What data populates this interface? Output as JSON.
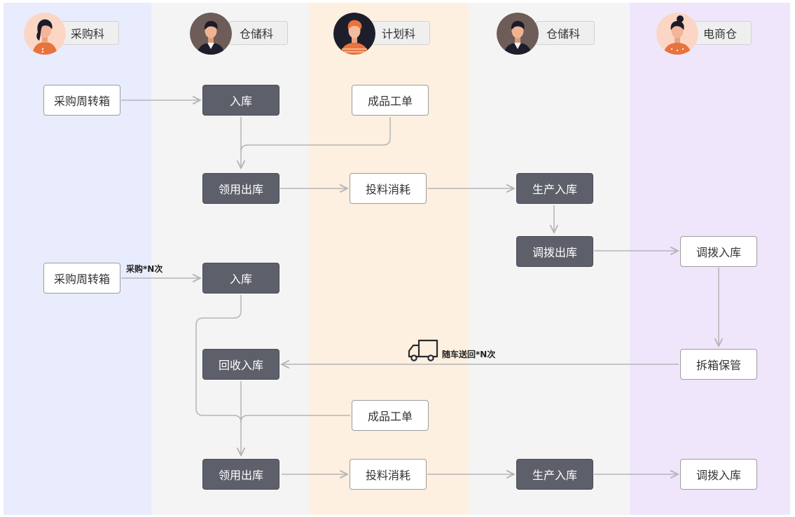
{
  "lanes": [
    {
      "title": "采购科",
      "avatar": "woman-avatar-icon"
    },
    {
      "title": "仓储科",
      "avatar": "man-avatar-icon"
    },
    {
      "title": "计划科",
      "avatar": "man-orange-hair-avatar-icon"
    },
    {
      "title": "仓储科",
      "avatar": "man-avatar-icon"
    },
    {
      "title": "电商仓",
      "avatar": "woman-bun-avatar-icon"
    }
  ],
  "nodes": {
    "n1": "采购周转箱",
    "n2": "入库",
    "n3": "成品工单",
    "n4": "领用出库",
    "n5": "投料消耗",
    "n6": "生产入库",
    "n7": "调拨出库",
    "n8": "调拨入库",
    "n9": "采购周转箱",
    "n10": "入库",
    "n11": "回收入库",
    "n12": "拆箱保管",
    "n13": "成品工单",
    "n14": "领用出库",
    "n15": "投料消耗",
    "n16": "生产入库",
    "n17": "调拨入库"
  },
  "edge_labels": {
    "purchase_n": "采购*N次",
    "return_n": "随车送回*N次"
  },
  "icons": {
    "truck": "truck-icon"
  },
  "colors": {
    "lane_blue": "#e9ecfd",
    "lane_gray": "#f4f4f4",
    "lane_orange": "#fdf0e0",
    "lane_purple": "#efe6fc",
    "dark_node": "#5d606a",
    "edge": "#b5b5b5"
  }
}
